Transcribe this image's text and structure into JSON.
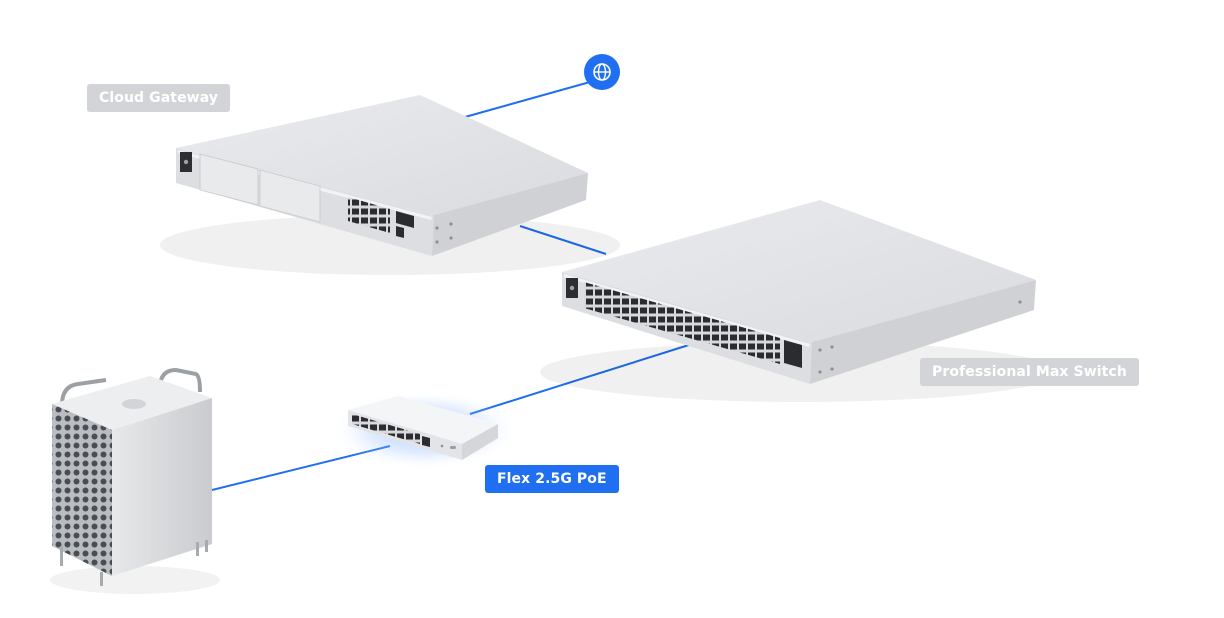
{
  "labels": {
    "cloud_gateway": "Cloud Gateway",
    "professional_max_switch": "Professional Max Switch",
    "flex_poe": "Flex 2.5G PoE"
  },
  "icons": {
    "internet": "globe-icon"
  },
  "colors": {
    "link": "#1f6ff0",
    "label_gray": "#d2d4d7",
    "label_blue": "#1f6ff0",
    "device_body": "#e4e6e9",
    "device_front": "#d7d9dc"
  }
}
